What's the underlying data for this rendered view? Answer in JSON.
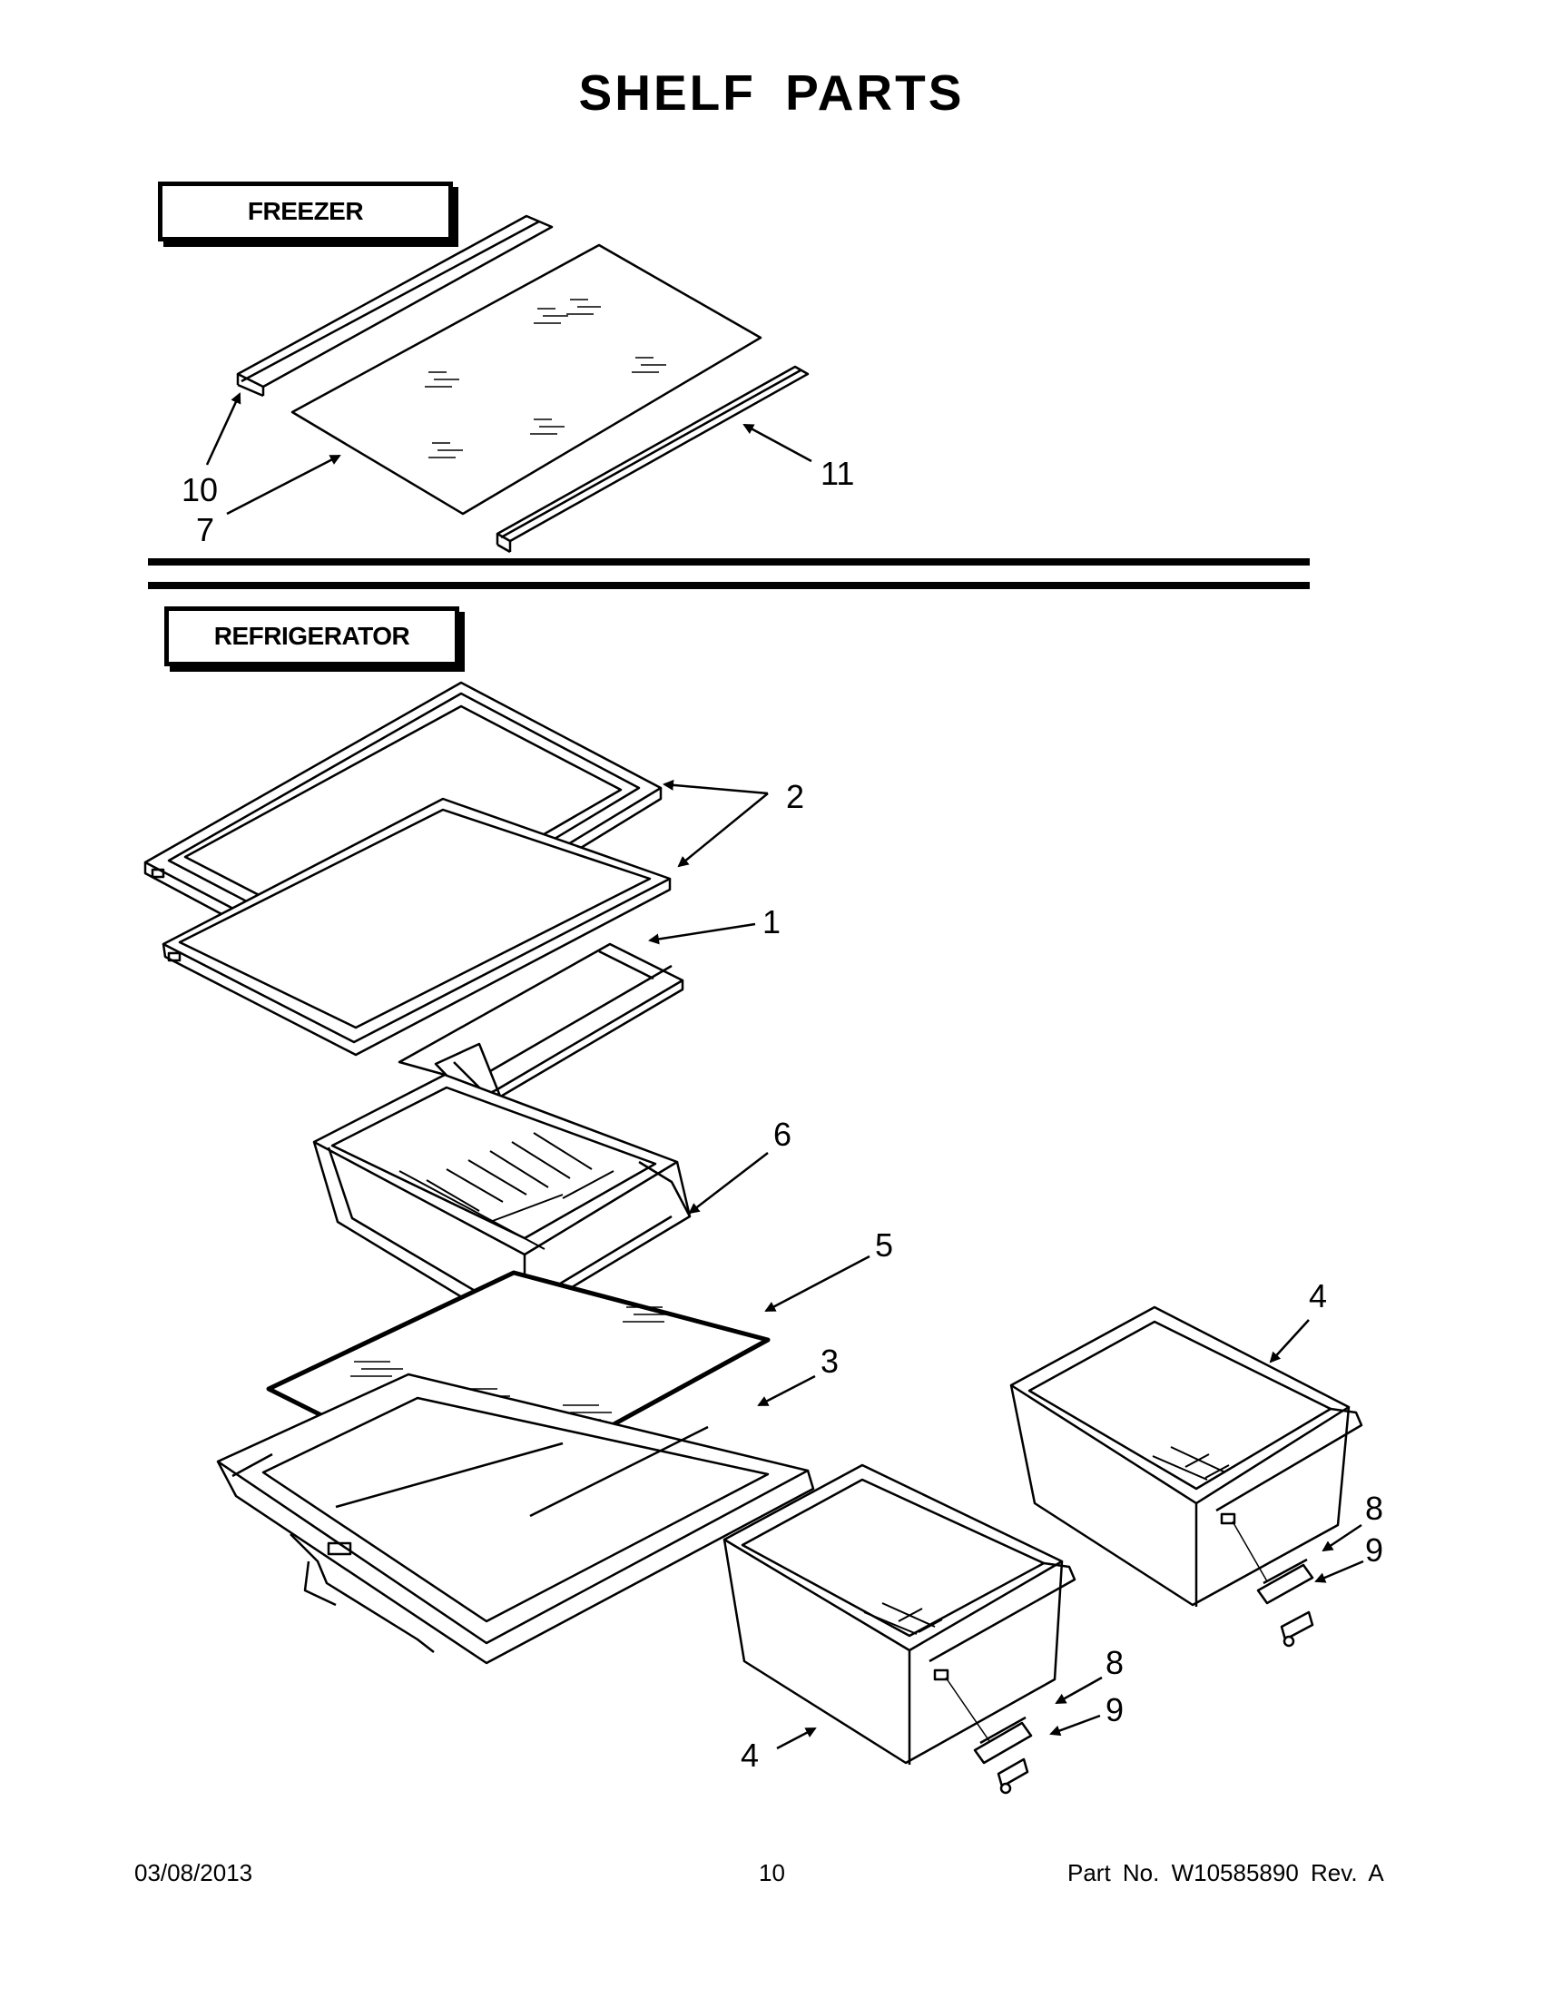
{
  "title": "SHELF PARTS",
  "sections": {
    "freezer": "FREEZER",
    "refrigerator": "REFRIGERATOR"
  },
  "callouts": {
    "c10": "10",
    "c7": "7",
    "c11": "11",
    "c2": "2",
    "c1": "1",
    "c6": "6",
    "c5": "5",
    "c3": "3",
    "c4a": "4",
    "c4b": "4",
    "c8a": "8",
    "c9a": "9",
    "c8b": "8",
    "c9b": "9"
  },
  "footer": {
    "date": "03/08/2013",
    "page": "10",
    "part": "Part No. W10585890 Rev. A"
  }
}
